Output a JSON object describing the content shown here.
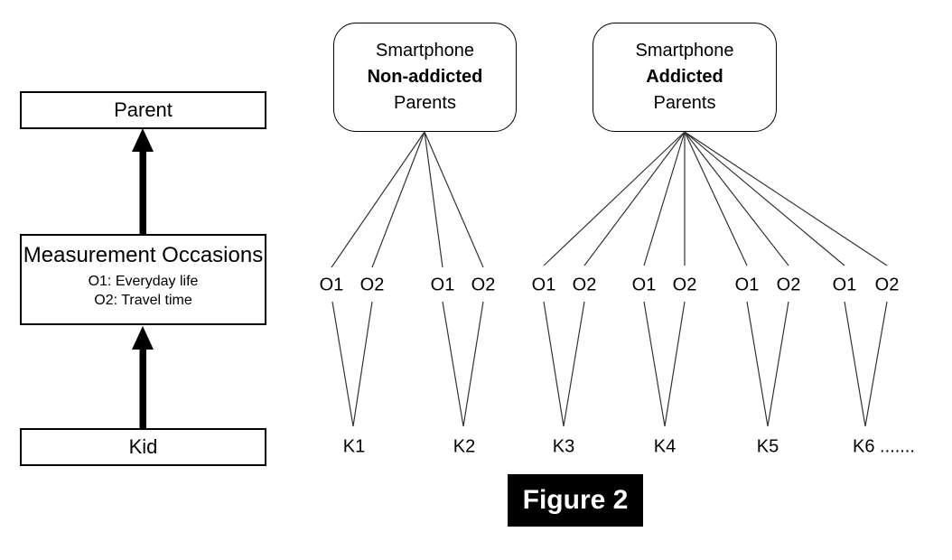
{
  "figure": {
    "caption": "Figure 2"
  },
  "left_panel": {
    "parent_label": "Parent",
    "measurement": {
      "title": "Measurement Occasions",
      "o1_desc": "O1: Everyday life",
      "o2_desc": "O2: Travel time"
    },
    "kid_label": "Kid"
  },
  "groups": [
    {
      "line1": "Smartphone",
      "line2": "Non-addicted",
      "line3": "Parents"
    },
    {
      "line1": "Smartphone",
      "line2": "Addicted",
      "line3": "Parents"
    }
  ],
  "occasions": [
    "O1",
    "O2",
    "O1",
    "O2",
    "O1",
    "O2",
    "O1",
    "O2",
    "O1",
    "O2",
    "O1",
    "O2"
  ],
  "kids": [
    "K1",
    "K2",
    "K3",
    "K4",
    "K5",
    "K6 ......."
  ],
  "colors": {
    "connector_line": "#333333",
    "box_border": "#000000",
    "arrow": "#000000",
    "caption_bg": "#000000",
    "caption_text": "#ffffff"
  }
}
